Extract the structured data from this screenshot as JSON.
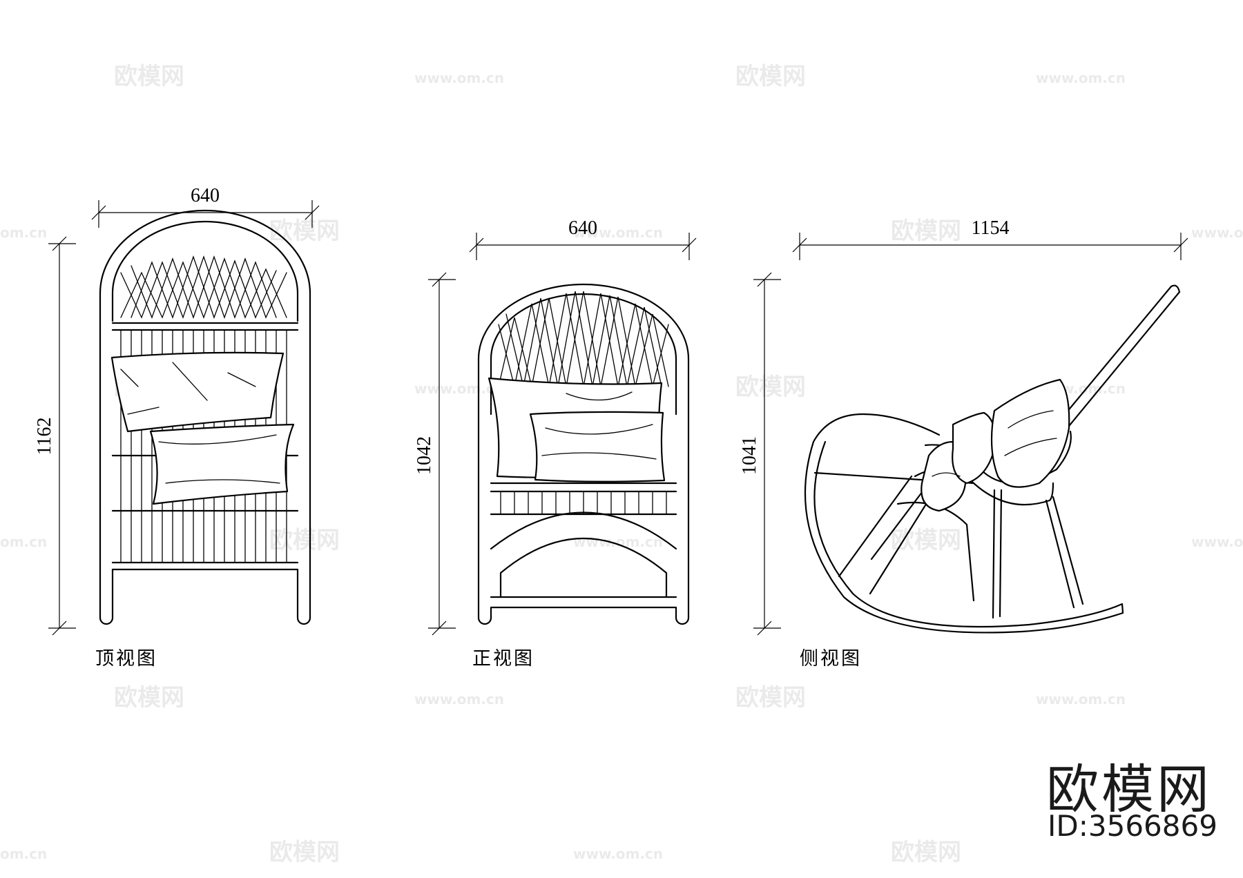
{
  "views": [
    {
      "id": "top",
      "label": "顶视图",
      "width_dim": "640",
      "height_dim": "1162"
    },
    {
      "id": "front",
      "label": "正视图",
      "width_dim": "640",
      "height_dim": "1042"
    },
    {
      "id": "side",
      "label": "侧视图",
      "width_dim": "1154",
      "height_dim": "1041"
    }
  ],
  "watermark": {
    "brand": "欧模网",
    "url": "www.om.cn",
    "url_partial": "om.cn"
  },
  "brand_block": {
    "name": "欧模网",
    "id_text": "ID:3566869"
  }
}
